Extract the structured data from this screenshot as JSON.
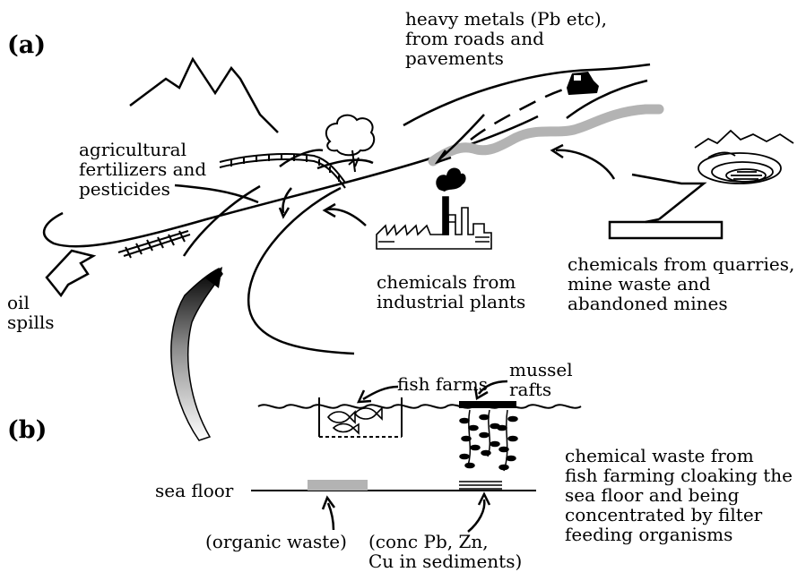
{
  "panel_a": {
    "label": "(a)",
    "heavy_metals": "heavy metals (Pb etc),\nfrom roads and\npavements",
    "agricultural": "agricultural\nfertilizers and\npesticides",
    "oil_spills": "oil\nspills",
    "industrial": "chemicals from\nindustrial plants",
    "quarries": "chemicals from quarries,\nmine waste and\nabandoned mines"
  },
  "panel_b": {
    "label": "(b)",
    "fish_farms": "fish farms",
    "mussel_rafts": "mussel\nrafts",
    "sea_floor": "sea floor",
    "chemical_waste": "chemical waste from\nfish farming cloaking the\nsea floor and being\nconcentrated by filter\nfeeding organisms",
    "organic_waste": "(organic waste)",
    "sediments": "(conc Pb, Zn,\nCu in sediments)"
  },
  "colors": {
    "ink": "#000000",
    "grey": "#b3b3b3"
  }
}
